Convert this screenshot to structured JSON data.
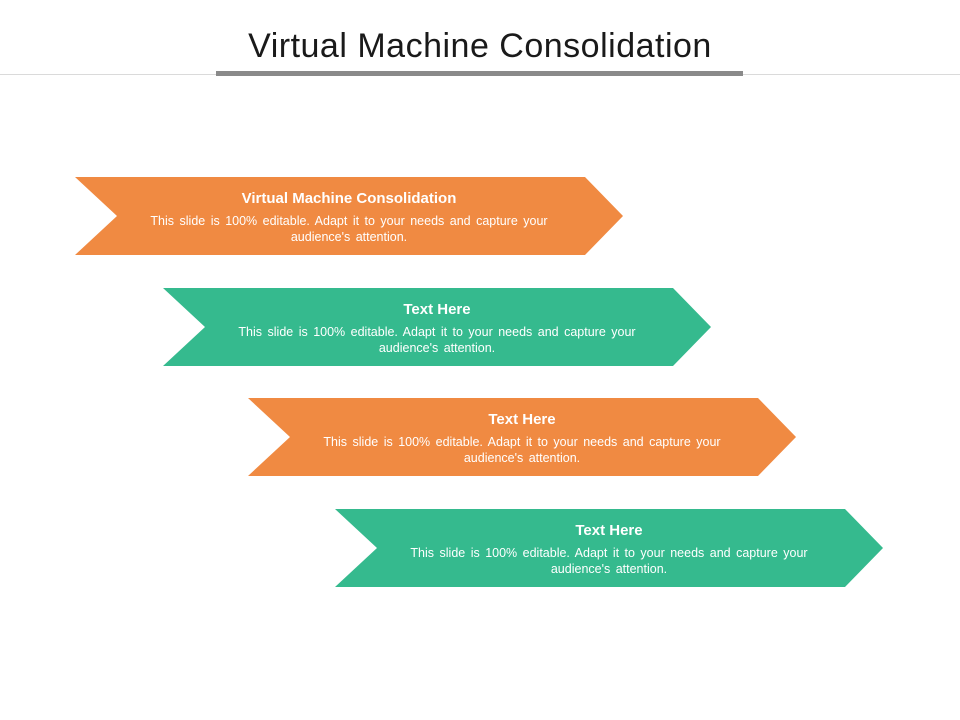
{
  "header": {
    "title": "Virtual Machine Consolidation",
    "title_color": "#1a1a1a",
    "underline_color": "#8a8a8a",
    "divider_color": "#dadada"
  },
  "banners": [
    {
      "title": "Virtual Machine Consolidation",
      "body": "This slide is 100% editable. Adapt it to your needs and capture your audience's attention.",
      "color": "#f08a42",
      "text_color": "#ffffff"
    },
    {
      "title": "Text Here",
      "body": "This slide is 100% editable. Adapt it to your needs and capture your audience's attention.",
      "color": "#35ba8e",
      "text_color": "#ffffff"
    },
    {
      "title": "Text Here",
      "body": "This slide is 100% editable. Adapt it to your needs and capture your audience's attention.",
      "color": "#f08a42",
      "text_color": "#ffffff"
    },
    {
      "title": "Text Here",
      "body": "This slide is 100% editable. Adapt it to your needs and capture your audience's attention.",
      "color": "#35ba8e",
      "text_color": "#ffffff"
    }
  ]
}
